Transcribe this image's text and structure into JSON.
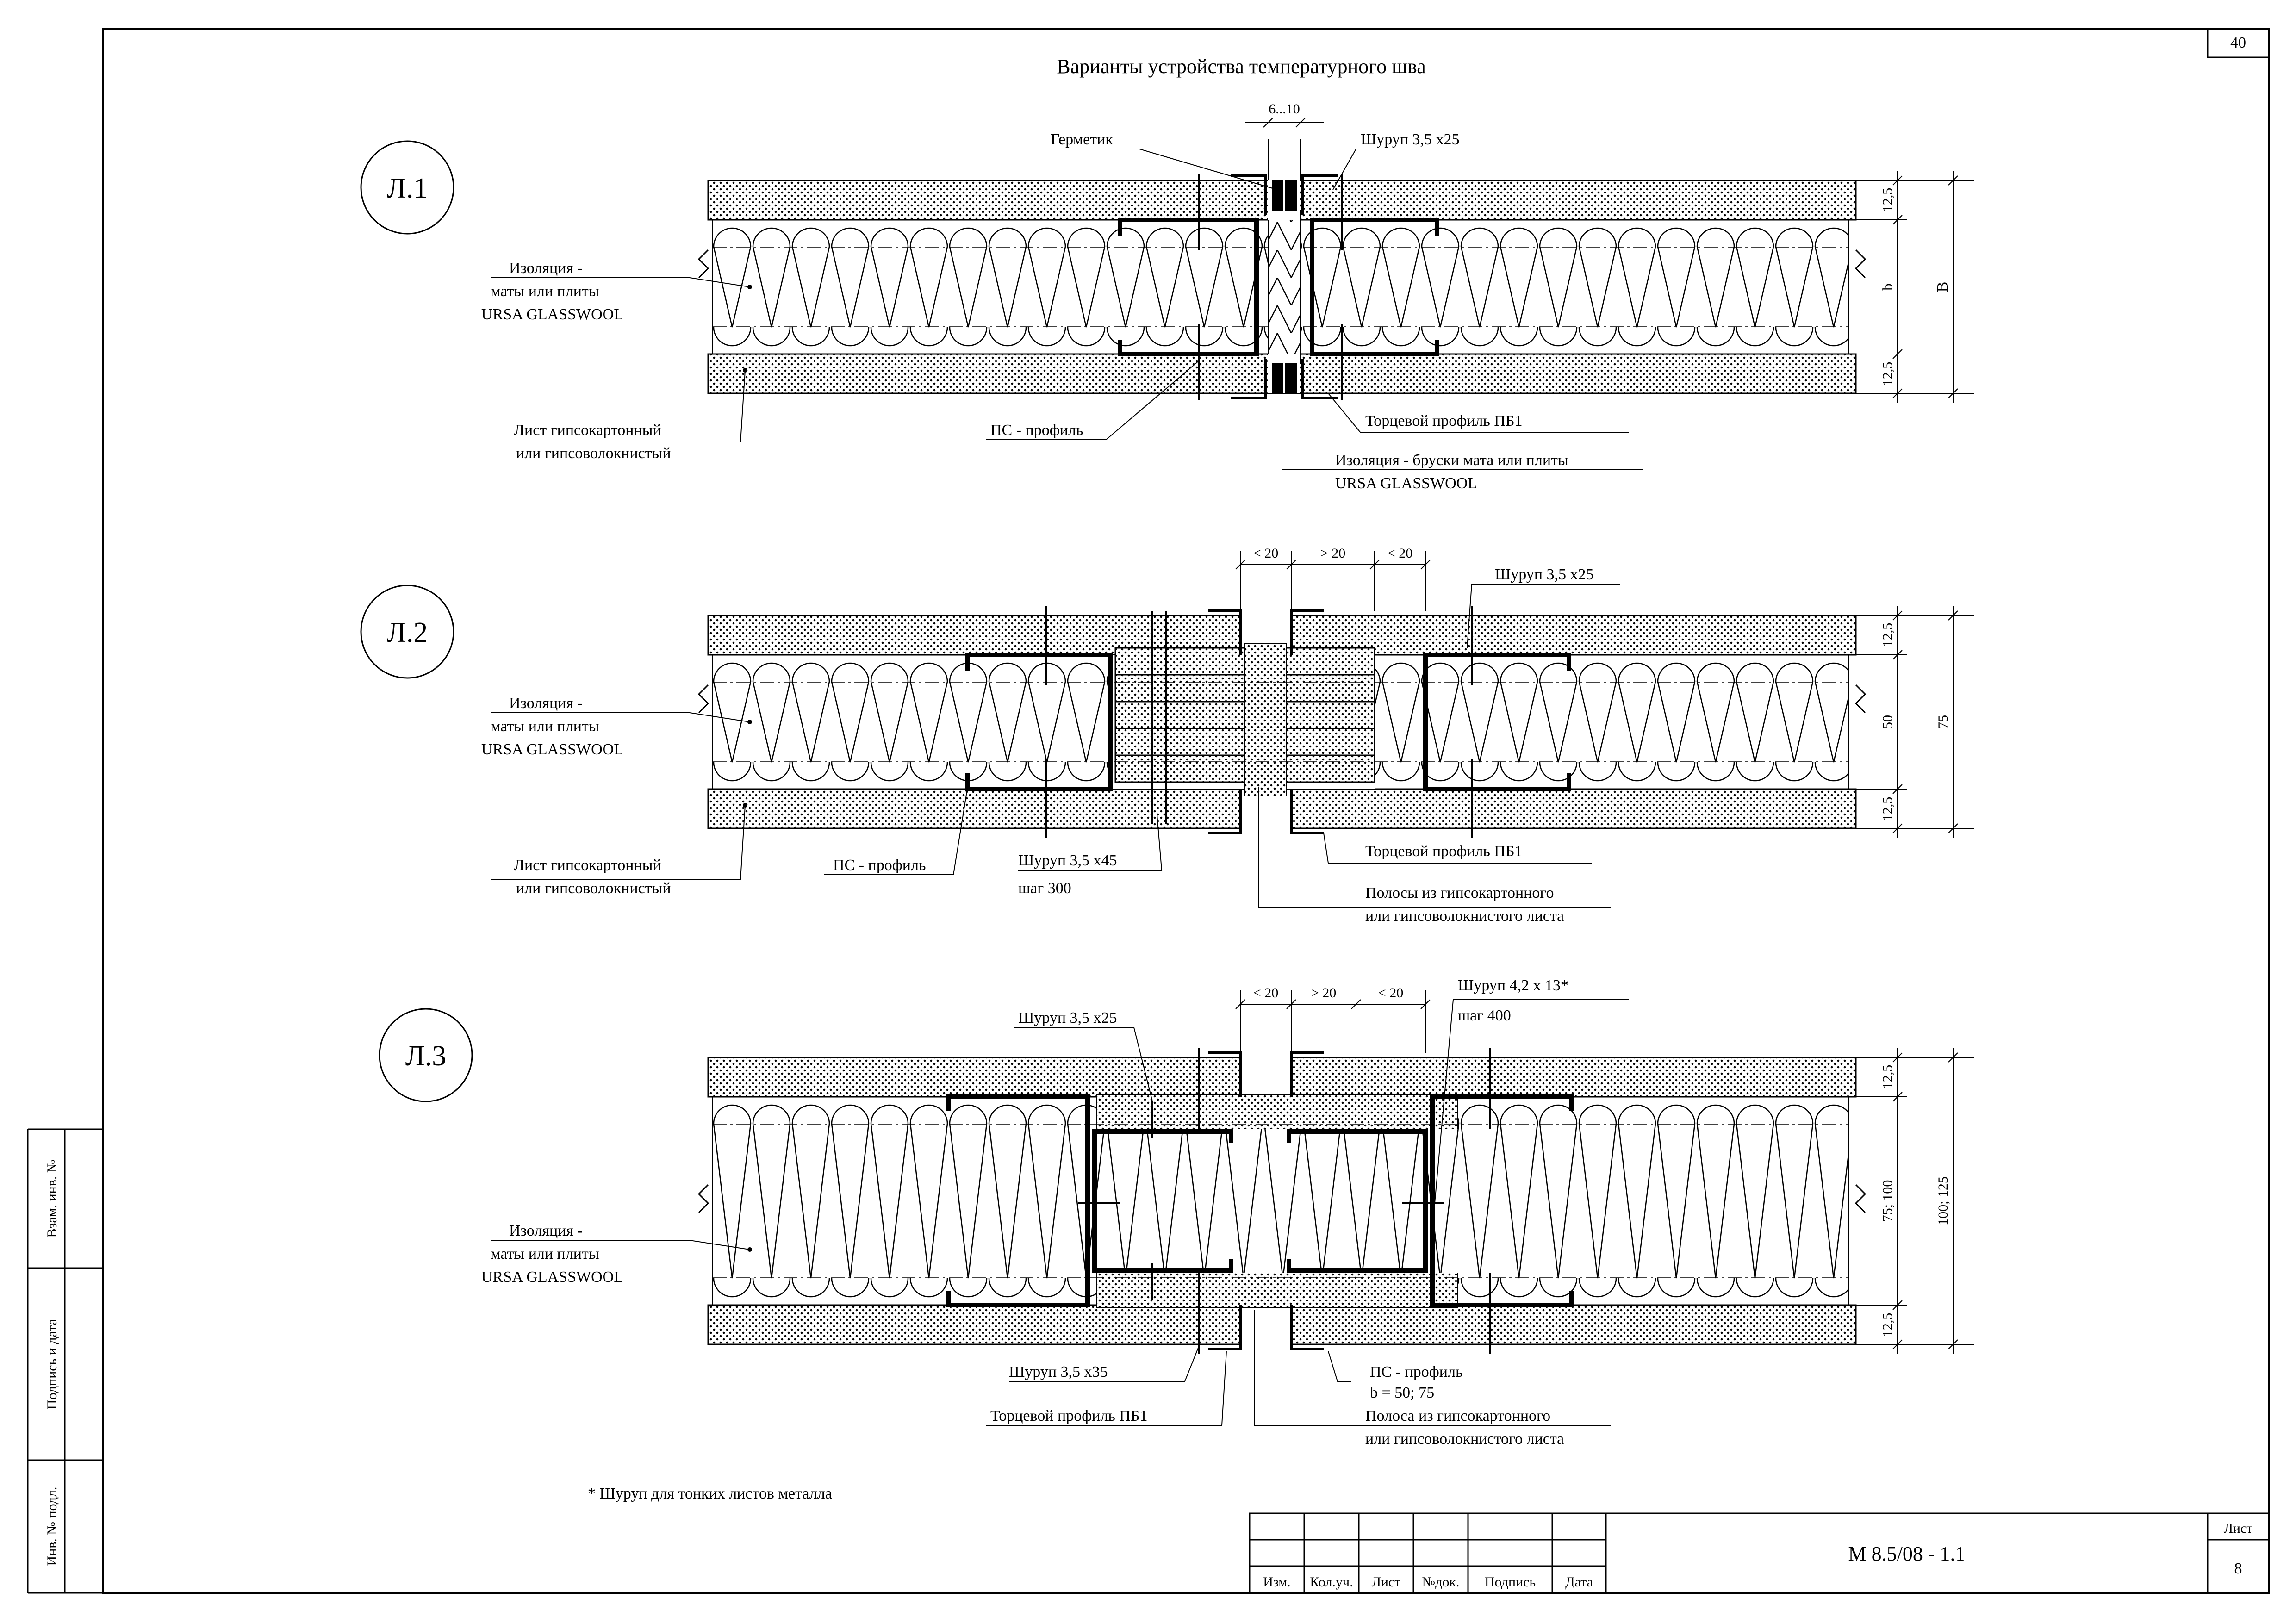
{
  "title": "Варианты устройства температурного шва",
  "page_number_top": "40",
  "footnote": "* Шуруп для тонких листов металла",
  "sections": {
    "l1": {
      "name": "Л.1",
      "gap_dim": "6...10",
      "dim_top": "12,5",
      "dim_mid": "b",
      "dim_bot": "12,5",
      "dim_total": "B",
      "labels": {
        "sealant": "Герметик",
        "screw": "Шуруп 3,5 х25",
        "ins1": "Изоляция -",
        "ins2": "маты или плиты",
        "ins3": "URSA GLASSWOOL",
        "sheet1": "Лист гипсокартонный",
        "sheet2": "или гипсоволокнистый",
        "ps": "ПС - профиль",
        "pb1": "Торцевой профиль ПБ1",
        "bars1": "Изоляция -  бруски мата или плиты",
        "bars2": "URSA GLASSWOOL"
      }
    },
    "l2": {
      "name": "Л.2",
      "dim_a": "< 20",
      "dim_b": "> 20",
      "dim_c": "< 20",
      "dim_top": "12,5",
      "dim_mid": "50",
      "dim_bot": "12,5",
      "dim_total": "75",
      "labels": {
        "screw_top": "Шуруп 3,5 х25",
        "ins1": "Изоляция -",
        "ins2": "маты или плиты",
        "ins3": "URSA GLASSWOOL",
        "sheet1": "Лист гипсокартонный",
        "sheet2": "или гипсоволокнистый",
        "ps": "ПС - профиль",
        "screw_bot": "Шуруп 3,5 х45",
        "step": "шаг 300",
        "pb1": "Торцевой профиль ПБ1",
        "strips1": "Полосы из гипсокартонного",
        "strips2": "или гипсоволокнистого листа"
      }
    },
    "l3": {
      "name": "Л.3",
      "dim_a": "< 20",
      "dim_b": "> 20",
      "dim_c": "< 20",
      "dim_top": "12,5",
      "dim_mid": "75; 100",
      "dim_bot": "12,5",
      "dim_total": "100; 125",
      "labels": {
        "screw_top": "Шуруп 3,5 х25",
        "screw_metal": "Шуруп 4,2 х 13*",
        "step": "шаг 400",
        "ins1": "Изоляция -",
        "ins2": "маты или плиты",
        "ins3": "URSA GLASSWOOL",
        "screw_bot": "Шуруп 3,5 х35",
        "pb1": "Торцевой профиль ПБ1",
        "ps": "ПС - профиль",
        "ps_b": "b = 50; 75",
        "strip1": "Полоса из гипсокартонного",
        "strip2": "или гипсоволокнистого листа"
      }
    }
  },
  "side_stamp": {
    "vzam": "Взам. инв. №",
    "podpis": "Подпись и дата",
    "inv": "Инв. № подл."
  },
  "title_block": {
    "cols": [
      "Изм.",
      "Кол.уч.",
      "Лист",
      "№док.",
      "Подпись",
      "Дата"
    ],
    "code": "М 8.5/08 - 1.1",
    "sheet_label": "Лист",
    "sheet_number": "8"
  }
}
